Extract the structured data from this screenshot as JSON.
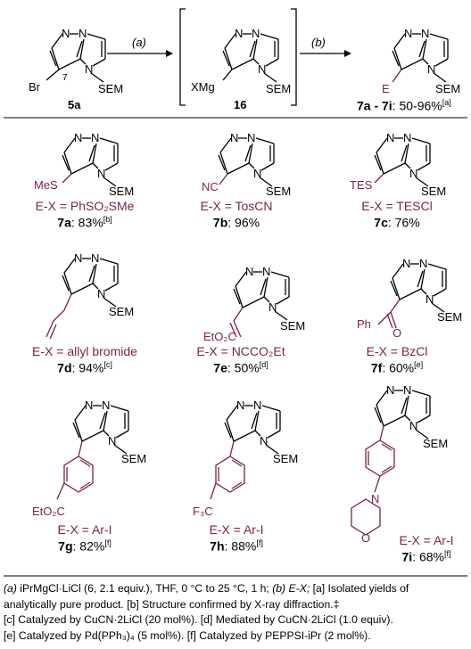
{
  "scheme": {
    "start": {
      "br": "Br",
      "pos": "7",
      "sem": "SEM",
      "id": "5a"
    },
    "arrow_a": "(a)",
    "intermediate": {
      "xmg": "XMg",
      "sem": "SEM",
      "id": "16"
    },
    "arrow_b": "(b)",
    "product": {
      "e": "E",
      "sem": "SEM",
      "id": "7a - 7i",
      "yield": ": 50-96%",
      "note": "[a]"
    }
  },
  "entries": [
    {
      "sub": "MeS",
      "sem": "SEM",
      "ex": "E-X = PhSO₂SMe",
      "id": "7a",
      "yield": ": 83%",
      "note": "[b]"
    },
    {
      "sub": "NC",
      "sem": "SEM",
      "ex": "E-X = TosCN",
      "id": "7b",
      "yield": ": 96%",
      "note": ""
    },
    {
      "sub": "TES",
      "sem": "SEM",
      "ex": "E-X = TESCl",
      "id": "7c",
      "yield": ": 76%",
      "note": ""
    },
    {
      "sub": "",
      "sem": "SEM",
      "ex": "E-X = allyl bromide",
      "id": "7d",
      "yield": ": 94%",
      "note": "[c]"
    },
    {
      "sub": "EtO₂C",
      "sem": "SEM",
      "ex": "E-X = NCCO₂Et",
      "id": "7e",
      "yield": ": 50%",
      "note": "[d]"
    },
    {
      "sub": "Ph",
      "sub2": "O",
      "sem": "SEM",
      "ex": "E-X = BzCl",
      "id": "7f",
      "yield": ": 60%",
      "note": "[e]"
    },
    {
      "sub": "EtO₂C",
      "sem": "SEM",
      "ex": "E-X = Ar-I",
      "id": "7g",
      "yield": ": 82%",
      "note": "[f]"
    },
    {
      "sub": "F₃C",
      "sem": "SEM",
      "ex": "E-X = Ar-I",
      "id": "7h",
      "yield": ": 88%",
      "note": "[f]"
    },
    {
      "sub": "O",
      "sub2": "N",
      "sem": "SEM",
      "ex": "E-X = Ar-I",
      "id": "7i",
      "yield": ": 68%",
      "note": "[f]"
    }
  ],
  "footnote": {
    "line1a": "(a) ",
    "line1b": "iPrMgCl·LiCl (6, 2.1 equiv.), THF, 0 °C to 25 °C, 1 h; ",
    "line1c": "(b) E-X; ",
    "line1d": "[a] Isolated yields of",
    "line2": "analytically pure product.  [b] Structure confirmed by X-ray diffraction.‡",
    "line3": "[c] Catalyzed by CuCN·2LiCl (20 mol%). [d] Mediated by CuCN·2LiCl (1.0 equiv).",
    "line4": "[e] Catalyzed by Pd(PPh₃)₄ (5 mol%). [f] Catalyzed by PEPPSI-iPr (2 mol%)."
  }
}
